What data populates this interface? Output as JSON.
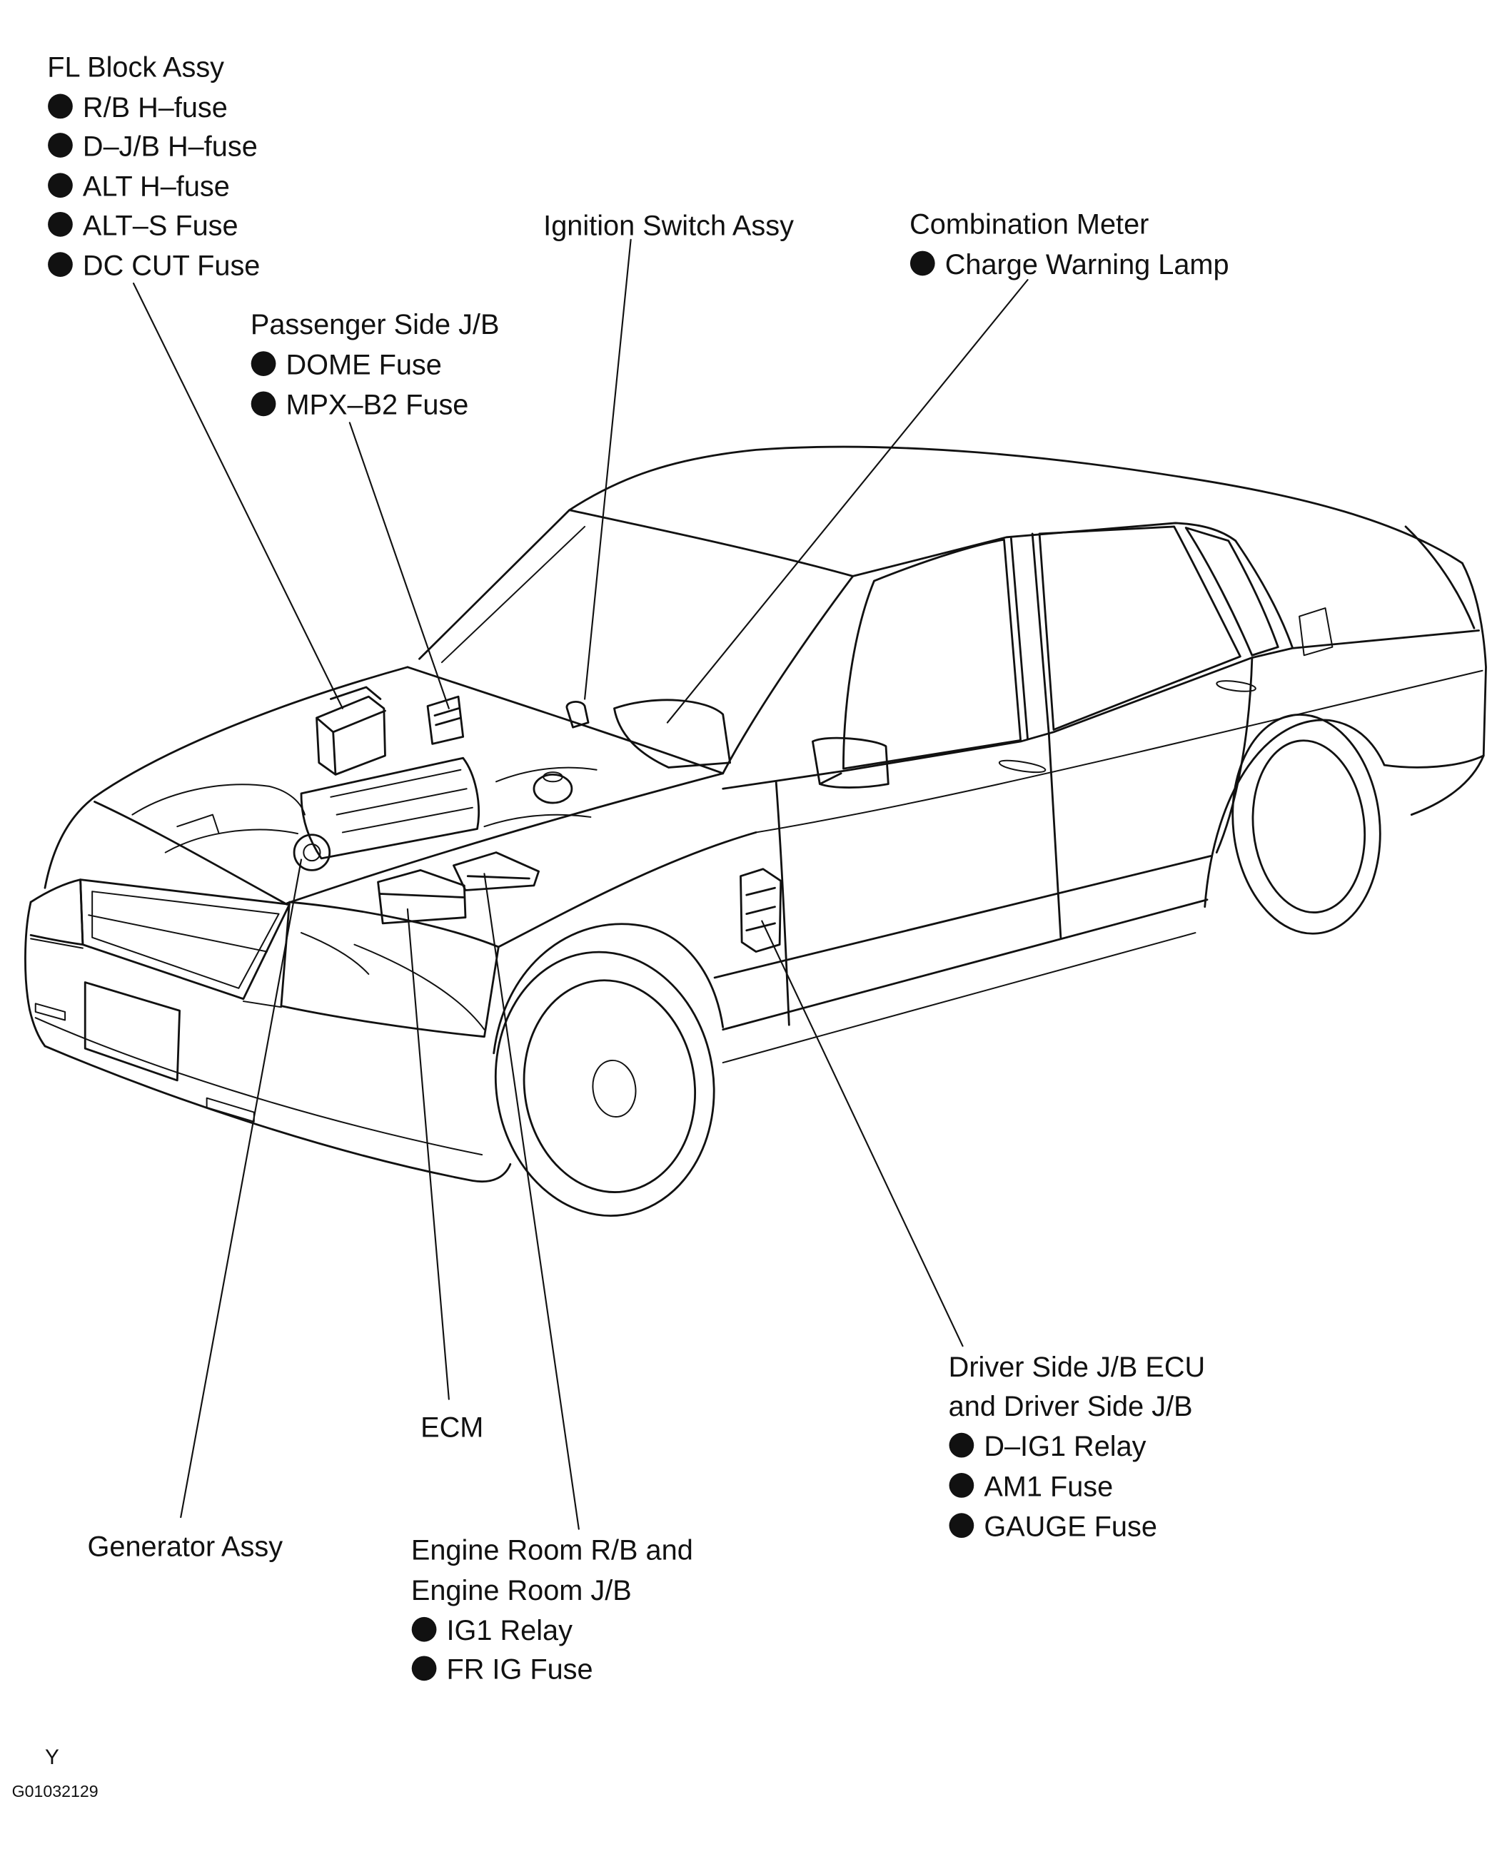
{
  "colors": {
    "line": "#111111",
    "background": "#ffffff"
  },
  "callouts": {
    "fl_block": {
      "title": "FL Block Assy",
      "items": [
        "R/B H–fuse",
        "D–J/B H–fuse",
        "ALT H–fuse",
        "ALT–S Fuse",
        "DC CUT Fuse"
      ]
    },
    "ignition_switch": {
      "title": "Ignition Switch Assy"
    },
    "combination_meter": {
      "title": "Combination Meter",
      "items": [
        "Charge Warning Lamp"
      ]
    },
    "passenger_jb": {
      "title": "Passenger Side J/B",
      "items": [
        "DOME Fuse",
        "MPX–B2 Fuse"
      ]
    },
    "driver_jb": {
      "title_lines": [
        "Driver Side J/B ECU",
        "and Driver Side J/B"
      ],
      "items": [
        "D–IG1 Relay",
        "AM1 Fuse",
        "GAUGE Fuse"
      ]
    },
    "ecm": {
      "title": "ECM"
    },
    "generator": {
      "title": "Generator Assy"
    },
    "engine_room": {
      "title_lines": [
        "Engine Room R/B and",
        "Engine Room J/B"
      ],
      "items": [
        "IG1 Relay",
        "FR IG Fuse"
      ]
    }
  },
  "figure": {
    "marker": "Y",
    "code": "G01032129"
  }
}
